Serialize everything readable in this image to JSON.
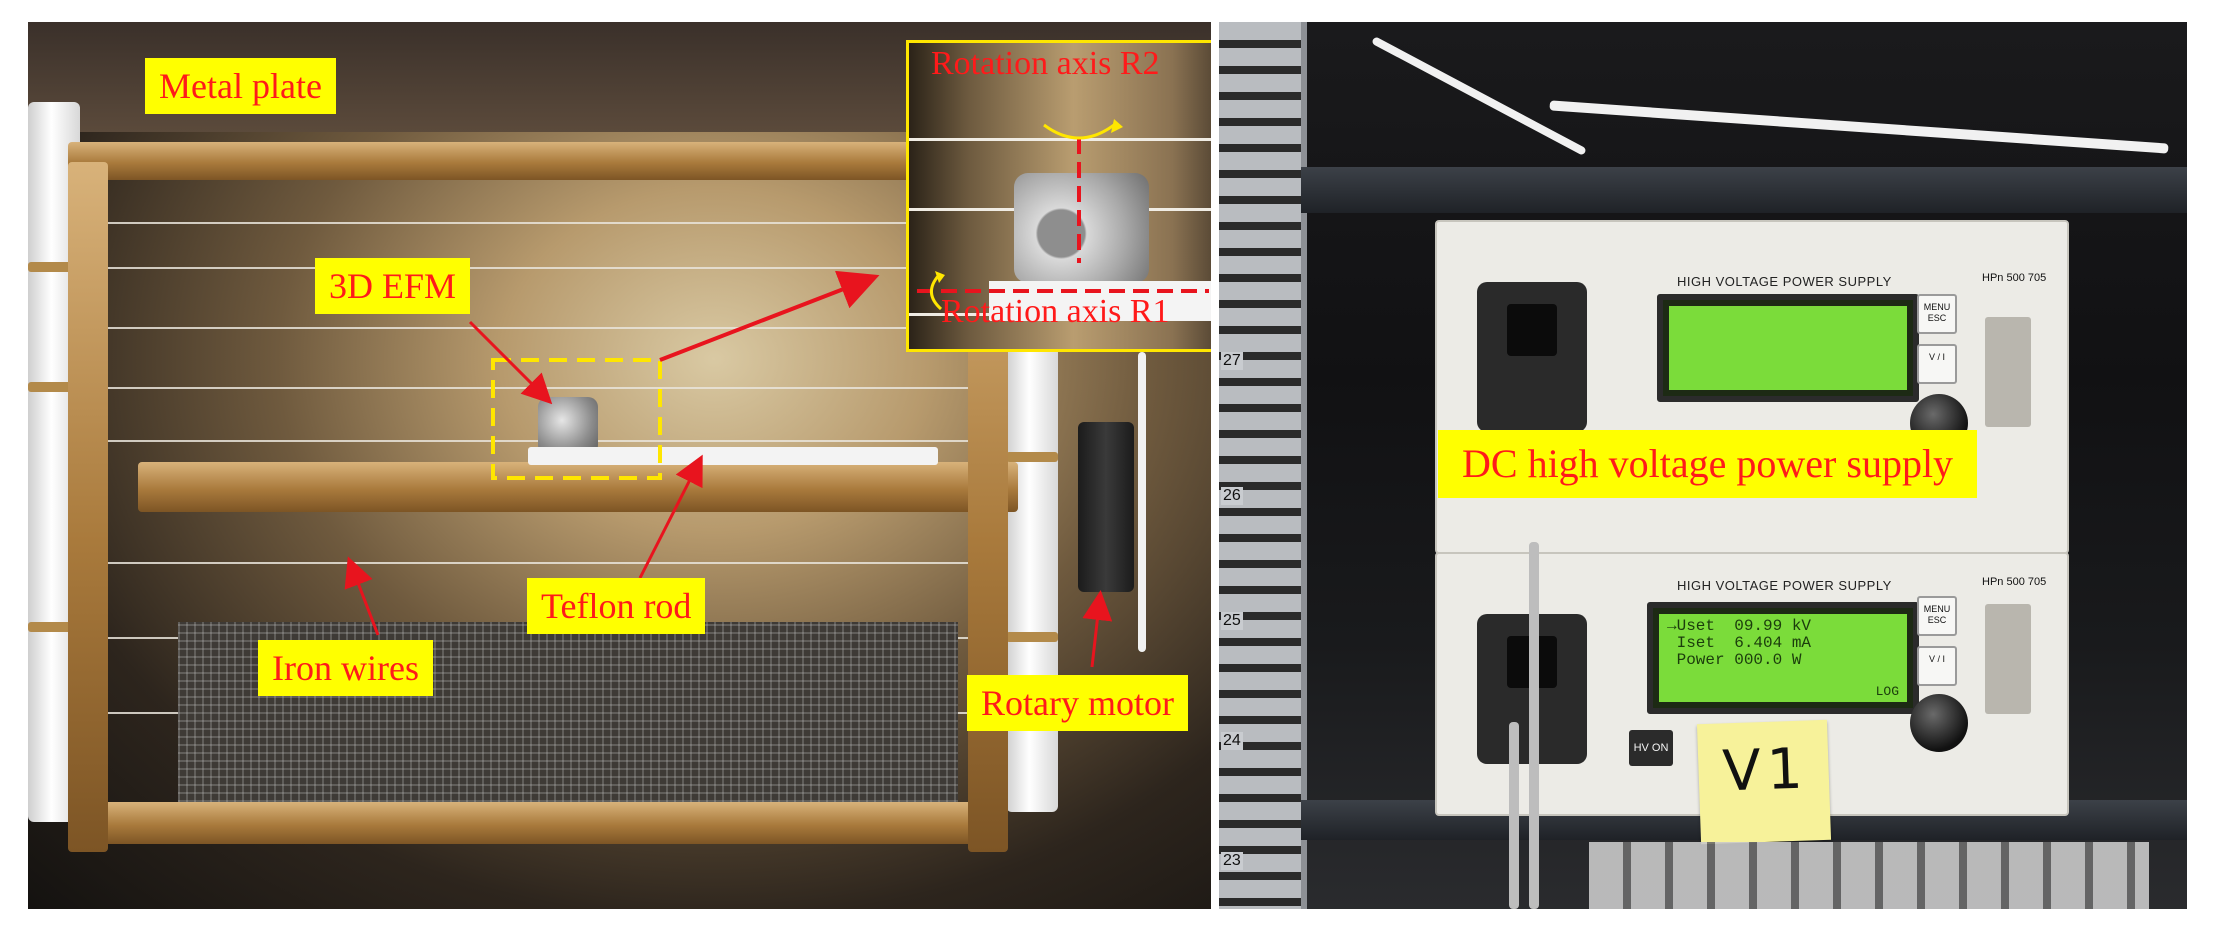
{
  "labels": {
    "metal_plate": "Metal plate",
    "efm_3d": "3D EFM",
    "teflon_rod": "Teflon rod",
    "iron_wires": "Iron wires",
    "rotary_motor": "Rotary motor",
    "dc_supply": "DC high voltage power supply",
    "rotation_r2": "Rotation axis R2",
    "rotation_r1": "Rotation axis R1"
  },
  "psu": {
    "title": "HIGH VOLTAGE POWER SUPPLY",
    "model": "HPn 500 705",
    "menu_esc": "MENU ESC",
    "v_i": "V / I",
    "hv_on": "HV ON",
    "display_lines": "→Uset  09.99 kV\n Iset  6.404 mA\n Power 000.0 W",
    "display_log": "LOG",
    "sticky_note": "V1"
  },
  "rack_numbers": [
    "27",
    "26",
    "25",
    "24",
    "23"
  ],
  "colors": {
    "label_bg": "#ffff00",
    "label_text": "#ff1a1a",
    "arrow": "#e8141e",
    "highlight_box": "#ffe600"
  }
}
